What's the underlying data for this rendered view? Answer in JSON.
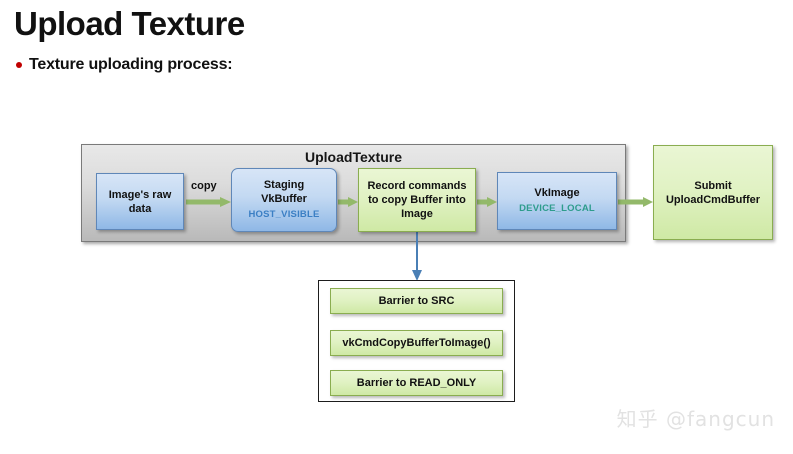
{
  "slide": {
    "title": "Upload Texture",
    "bullet": "Texture uploading process:"
  },
  "diagram": {
    "group_title": "UploadTexture",
    "nodes": [
      {
        "id": "raw",
        "label": "Image's raw data",
        "sub": "",
        "style": "blue"
      },
      {
        "id": "staging",
        "label": "Staging VkBuffer",
        "sub": "HOST_VISIBLE",
        "style": "blue-round"
      },
      {
        "id": "record",
        "label": "Record commands to copy Buffer into Image",
        "sub": "",
        "style": "green"
      },
      {
        "id": "vkimage",
        "label": "VkImage",
        "sub": "DEVICE_LOCAL",
        "style": "blue"
      },
      {
        "id": "submit",
        "label": "Submit UploadCmdBuffer",
        "sub": "",
        "style": "green"
      }
    ],
    "node_lines": {
      "raw_l1": "Image's raw",
      "raw_l2": "data",
      "staging_l1": "Staging",
      "staging_l2": "VkBuffer",
      "staging_sub": "HOST_VISIBLE",
      "record_l1": "Record commands",
      "record_l2": "to copy Buffer into",
      "record_l3": "Image",
      "vkimage_l1": "VkImage",
      "vkimage_sub": "DEVICE_LOCAL",
      "submit_l1": "Submit",
      "submit_l2": "UploadCmdBuffer"
    },
    "copy_label": "copy",
    "detail_items": [
      "Barrier to SRC",
      "vkCmdCopyBufferToImage()",
      "Barrier to READ_ONLY"
    ]
  },
  "watermark": "知乎 @fangcun",
  "colors": {
    "bullet": "#c00000",
    "host_visible": "#3b7fc4",
    "device_local": "#2e9c8c",
    "arrow_green": "#93b96a",
    "arrow_blue": "#4a7fb5",
    "node_blue_fill": "#c3d9f2",
    "node_green_fill": "#e1f2c4",
    "group_fill": "#dcdcdc"
  }
}
